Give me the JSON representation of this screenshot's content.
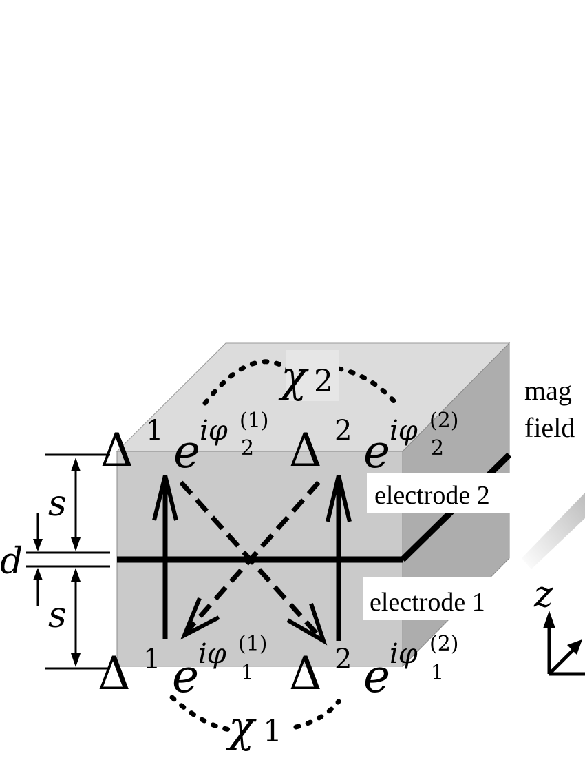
{
  "labels": {
    "chi_sym": "χ",
    "chi_top_sub": "2",
    "chi_bottom_sub": "1",
    "delta_sym": "Δ",
    "delta_top_1_sup": "1",
    "delta_top_2_sup": "2",
    "delta_bot_1_sup": "1",
    "delta_bot_2_sup": "2",
    "phase_base": "e",
    "phase_i": "iφ",
    "phase_top_1_sub": "2",
    "phase_top_1_sup": "(1)",
    "phase_top_2_sub": "2",
    "phase_top_2_sup": "(2)",
    "phase_bot_1_sub": "1",
    "phase_bot_1_sup": "(1)",
    "phase_bot_2_sub": "1",
    "phase_bot_2_sup": "(2)",
    "electrode_2": "electrode 2",
    "electrode_1": "electrode 1",
    "magnetic_field_line1": "mag",
    "magnetic_field_line2": "field",
    "dim_s_top": "s",
    "dim_s_bottom": "s",
    "dim_d": "d",
    "axis_z": "z"
  }
}
